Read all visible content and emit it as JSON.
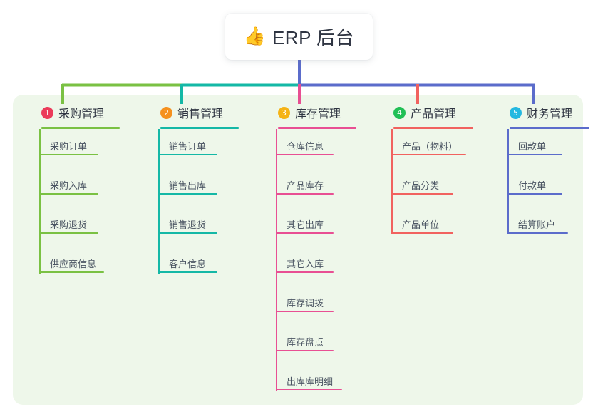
{
  "root": {
    "icon": "thumbs-up-icon",
    "icon_glyph": "👍",
    "title": "ERP 后台"
  },
  "colors": {
    "panel_bg": "#eef7ea",
    "card_bg": "#ffffff",
    "text": "#2f3542",
    "leaf_text": "#4b5563",
    "green": "#7ac143",
    "teal": "#14b8a6",
    "pink": "#e84f93",
    "red": "#f1625f",
    "blue": "#5b6ccb",
    "badge1": "#eb3b5a",
    "badge2": "#f5911e",
    "badge3": "#f5b316",
    "badge4": "#20bf55",
    "badge5": "#24b8e0",
    "bus_green": "#7ac143",
    "bus_teal": "#14b8a6",
    "bus_blue": "#5b6ccb"
  },
  "columns": [
    {
      "index": "1",
      "label": "采购管理",
      "badge_color": "#eb3b5a",
      "line_color": "#7ac143",
      "items": [
        {
          "label": "采购订单"
        },
        {
          "label": "采购入库"
        },
        {
          "label": "采购退货"
        },
        {
          "label": "供应商信息"
        }
      ]
    },
    {
      "index": "2",
      "label": "销售管理",
      "badge_color": "#f5911e",
      "line_color": "#14b8a6",
      "items": [
        {
          "label": "销售订单"
        },
        {
          "label": "销售出库"
        },
        {
          "label": "销售退货"
        },
        {
          "label": "客户信息"
        }
      ]
    },
    {
      "index": "3",
      "label": "库存管理",
      "badge_color": "#f5b316",
      "line_color": "#e84f93",
      "items": [
        {
          "label": "仓库信息"
        },
        {
          "label": "产品库存"
        },
        {
          "label": "其它出库"
        },
        {
          "label": "其它入库"
        },
        {
          "label": "库存调拨"
        },
        {
          "label": "库存盘点"
        },
        {
          "label": "出库库明细"
        }
      ]
    },
    {
      "index": "4",
      "label": "产品管理",
      "badge_color": "#20bf55",
      "line_color": "#f1625f",
      "items": [
        {
          "label": "产品（物料）"
        },
        {
          "label": "产品分类"
        },
        {
          "label": "产品单位"
        }
      ]
    },
    {
      "index": "5",
      "label": "财务管理",
      "badge_color": "#24b8e0",
      "line_color": "#5b6ccb",
      "items": [
        {
          "label": "回款单"
        },
        {
          "label": "付款单"
        },
        {
          "label": "结算账户"
        }
      ]
    }
  ]
}
